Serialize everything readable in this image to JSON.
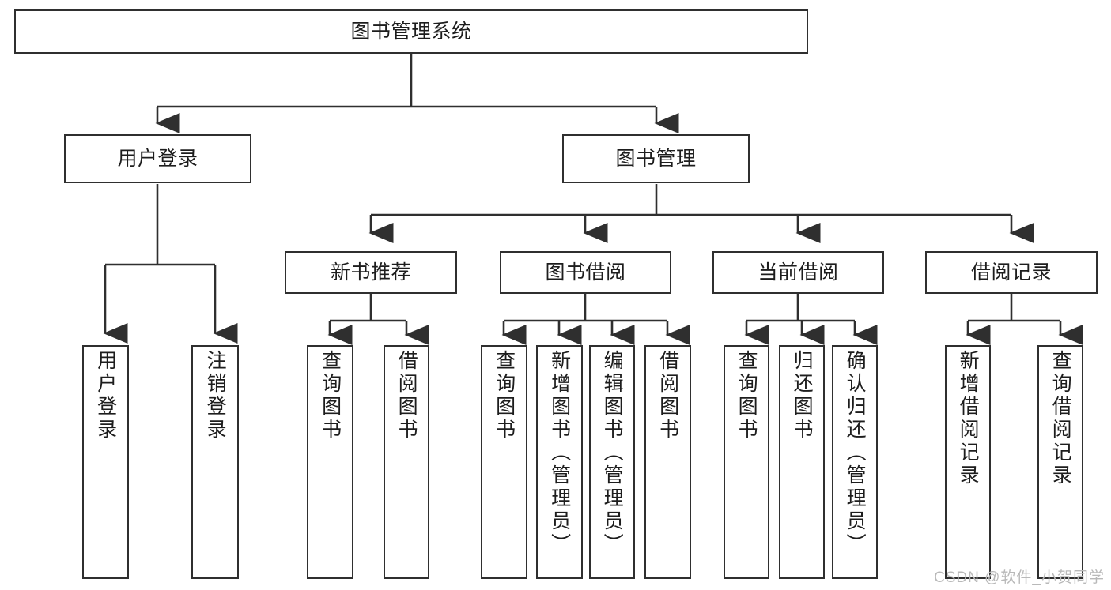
{
  "diagram": {
    "type": "tree",
    "title": "图书管理系统",
    "colors": {
      "stroke": "#2f2f2f",
      "text": "#1d1d1d",
      "background": "#ffffff",
      "watermark": "#b9b9b9"
    },
    "root": {
      "label": "图书管理系统"
    },
    "level2": [
      {
        "label": "用户登录"
      },
      {
        "label": "图书管理"
      }
    ],
    "level3": [
      {
        "label": "新书推荐"
      },
      {
        "label": "图书借阅"
      },
      {
        "label": "当前借阅"
      },
      {
        "label": "借阅记录"
      }
    ],
    "leaves": {
      "user_login": [
        {
          "label": "用户登录"
        },
        {
          "label": "注销登录"
        }
      ],
      "new_book": [
        {
          "label": "查询图书"
        },
        {
          "label": "借阅图书"
        }
      ],
      "book_borrow": [
        {
          "label": "查询图书"
        },
        {
          "label": "新增图书（管理员）"
        },
        {
          "label": "编辑图书（管理员）"
        },
        {
          "label": "借阅图书"
        }
      ],
      "current_borrow": [
        {
          "label": "查询图书"
        },
        {
          "label": "归还图书"
        },
        {
          "label": "确认归还（管理员）"
        }
      ],
      "borrow_record": [
        {
          "label": "新增借阅记录"
        },
        {
          "label": "查询借阅记录"
        }
      ]
    }
  },
  "watermark": {
    "text": "CSDN @软件_小贺同学"
  }
}
